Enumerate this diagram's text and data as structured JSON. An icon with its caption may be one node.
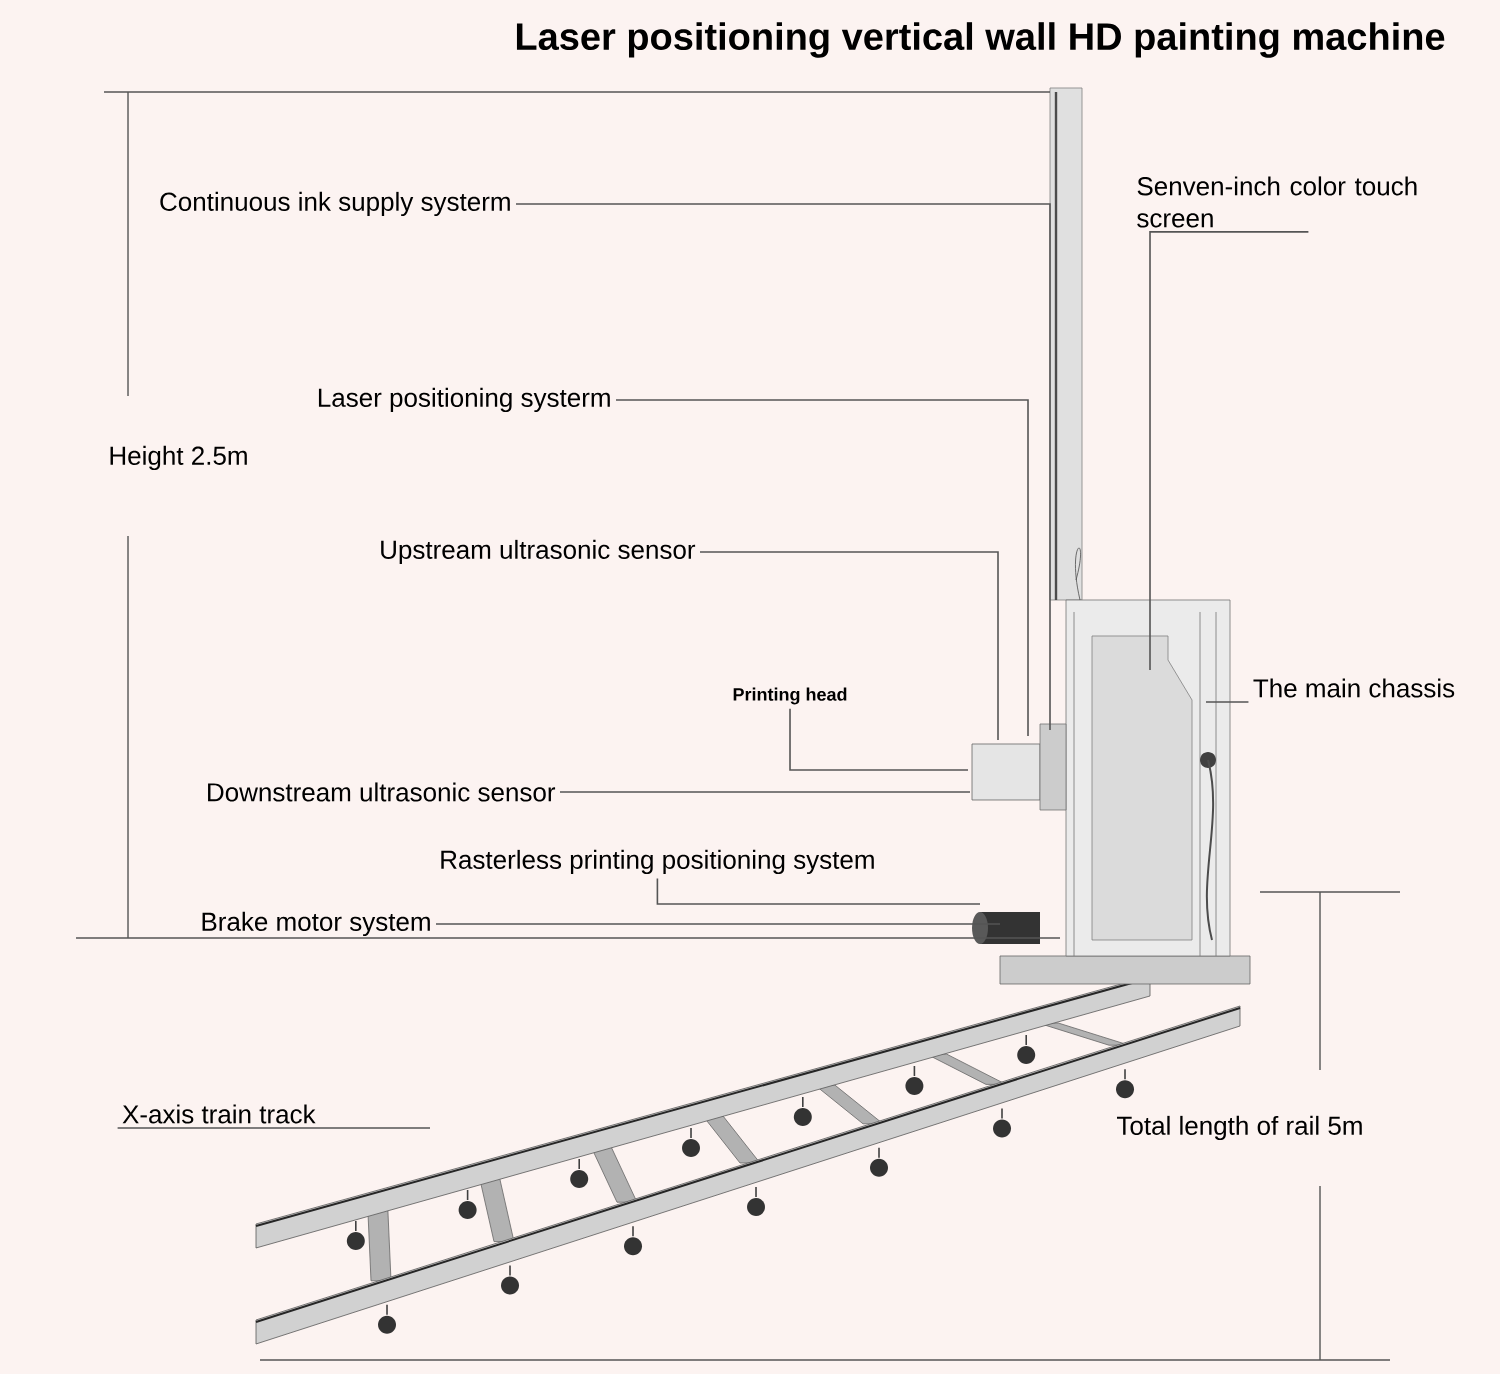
{
  "diagram": {
    "title": "Laser positioning vertical wall HD painting machine",
    "nodes": [
      {
        "text": [
          "Senven-inch color touch screen"
        ]
      },
      {
        "text": [
          "Continuous ink supply systerm"
        ]
      },
      {
        "text": [
          "Laser positioning systerm"
        ]
      },
      {
        "text": [
          "Upstream ultrasonic sensor"
        ]
      },
      {
        "text": [
          "Printing head"
        ]
      },
      {
        "text": [
          "The main chassis"
        ]
      },
      {
        "text": [
          "Downstream ultrasonic sensor"
        ]
      },
      {
        "text": [
          "Rasterless printing positioning system"
        ]
      },
      {
        "text": [
          "Brake motor system"
        ]
      },
      {
        "text": [
          "X-axis train track"
        ]
      }
    ],
    "edges": [
      {
        "from": 0,
        "to": null,
        "arrow": "none"
      },
      {
        "from": 1,
        "to": null,
        "arrow": "none"
      },
      {
        "from": 2,
        "to": null,
        "arrow": "none"
      },
      {
        "from": 3,
        "to": null,
        "arrow": "none"
      },
      {
        "from": 4,
        "to": null,
        "arrow": "none"
      },
      {
        "from": 5,
        "to": null,
        "arrow": "none"
      },
      {
        "from": 6,
        "to": null,
        "arrow": "none"
      },
      {
        "from": 7,
        "to": null,
        "arrow": "none"
      },
      {
        "from": 8,
        "to": null,
        "arrow": "none"
      },
      {
        "from": 9,
        "to": null,
        "arrow": "none"
      }
    ],
    "labels": [
      "Height  2.5m",
      "Total length of rail 5m"
    ]
  }
}
